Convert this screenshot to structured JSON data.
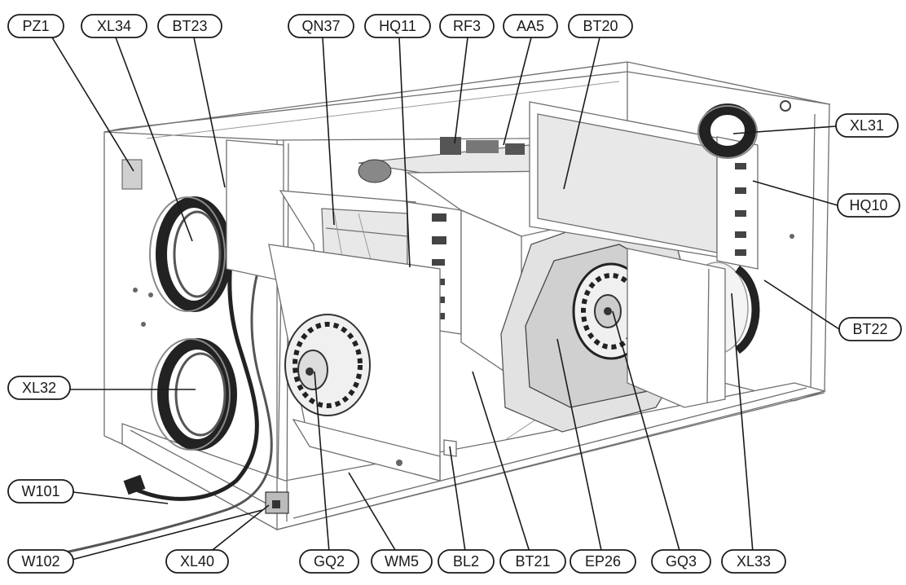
{
  "labels": [
    {
      "id": "PZ1",
      "text": "PZ1"
    },
    {
      "id": "XL34",
      "text": "XL34"
    },
    {
      "id": "BT23",
      "text": "BT23"
    },
    {
      "id": "QN37",
      "text": "QN37"
    },
    {
      "id": "HQ11",
      "text": "HQ11"
    },
    {
      "id": "RF3",
      "text": "RF3"
    },
    {
      "id": "AA5",
      "text": "AA5"
    },
    {
      "id": "BT20",
      "text": "BT20"
    },
    {
      "id": "XL31",
      "text": "XL31"
    },
    {
      "id": "HQ10",
      "text": "HQ10"
    },
    {
      "id": "BT22",
      "text": "BT22"
    },
    {
      "id": "XL32",
      "text": "XL32"
    },
    {
      "id": "W101",
      "text": "W101"
    },
    {
      "id": "W102",
      "text": "W102"
    },
    {
      "id": "XL40",
      "text": "XL40"
    },
    {
      "id": "GQ2",
      "text": "GQ2"
    },
    {
      "id": "WM5",
      "text": "WM5"
    },
    {
      "id": "BL2",
      "text": "BL2"
    },
    {
      "id": "BT21",
      "text": "BT21"
    },
    {
      "id": "EP26",
      "text": "EP26"
    },
    {
      "id": "GQ3",
      "text": "GQ3"
    },
    {
      "id": "XL33",
      "text": "XL33"
    }
  ],
  "colors": {
    "outline": "#1a1a1a",
    "housing": "#6f6f6f",
    "background": "#ffffff",
    "fan_housing": "#e2e2e2"
  }
}
